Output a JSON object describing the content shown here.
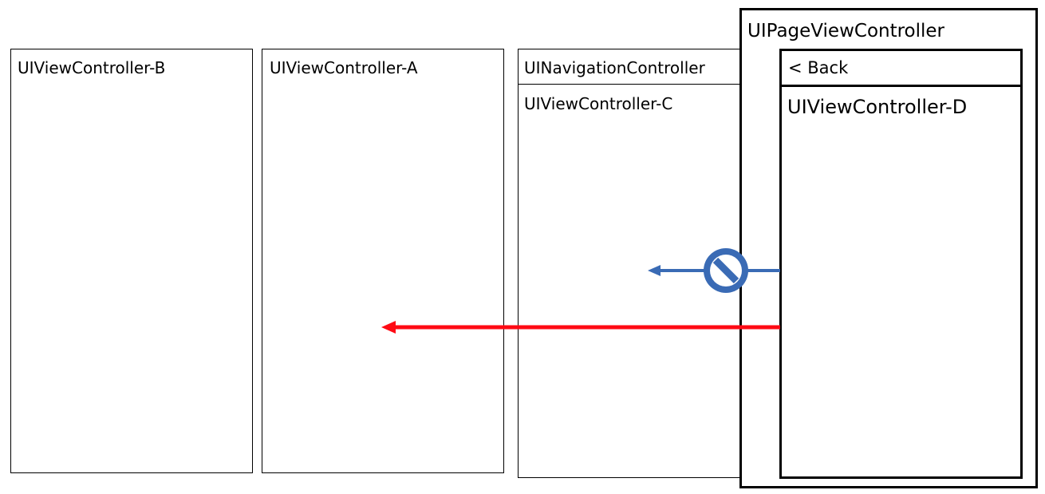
{
  "boxes": {
    "vc_b": "UIViewController-B",
    "vc_a": "UIViewController-A",
    "nav_controller": "UINavigationController",
    "vc_c": "UIViewController-C",
    "page_vc": "UIPageViewController",
    "back_button": "< Back",
    "vc_d": "UIViewController-D"
  },
  "colors": {
    "blocked_arrow": "#3a6bb5",
    "active_arrow": "#ff0a14",
    "prohibited_icon": "#3a6bb5"
  },
  "icons": {
    "prohibited": "prohibited-icon"
  }
}
